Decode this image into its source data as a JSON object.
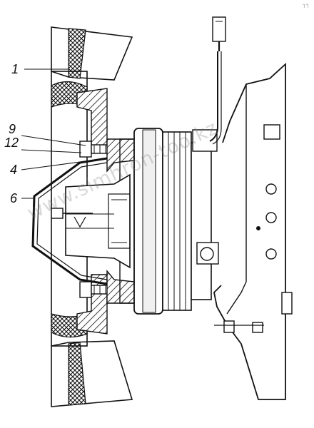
{
  "callouts": [
    {
      "id": "1",
      "text": "1"
    },
    {
      "id": "9",
      "text": "9"
    },
    {
      "id": "12",
      "text": "12"
    },
    {
      "id": "4",
      "text": "4"
    },
    {
      "id": "6",
      "text": "6"
    }
  ],
  "watermark": "www.simhron-too.kz",
  "corner_mark": "┐┐",
  "colors": {
    "ink": "#111111",
    "paper": "#ffffff",
    "light_fill": "#e8e8e8",
    "mid_fill": "#cfcfcf"
  }
}
